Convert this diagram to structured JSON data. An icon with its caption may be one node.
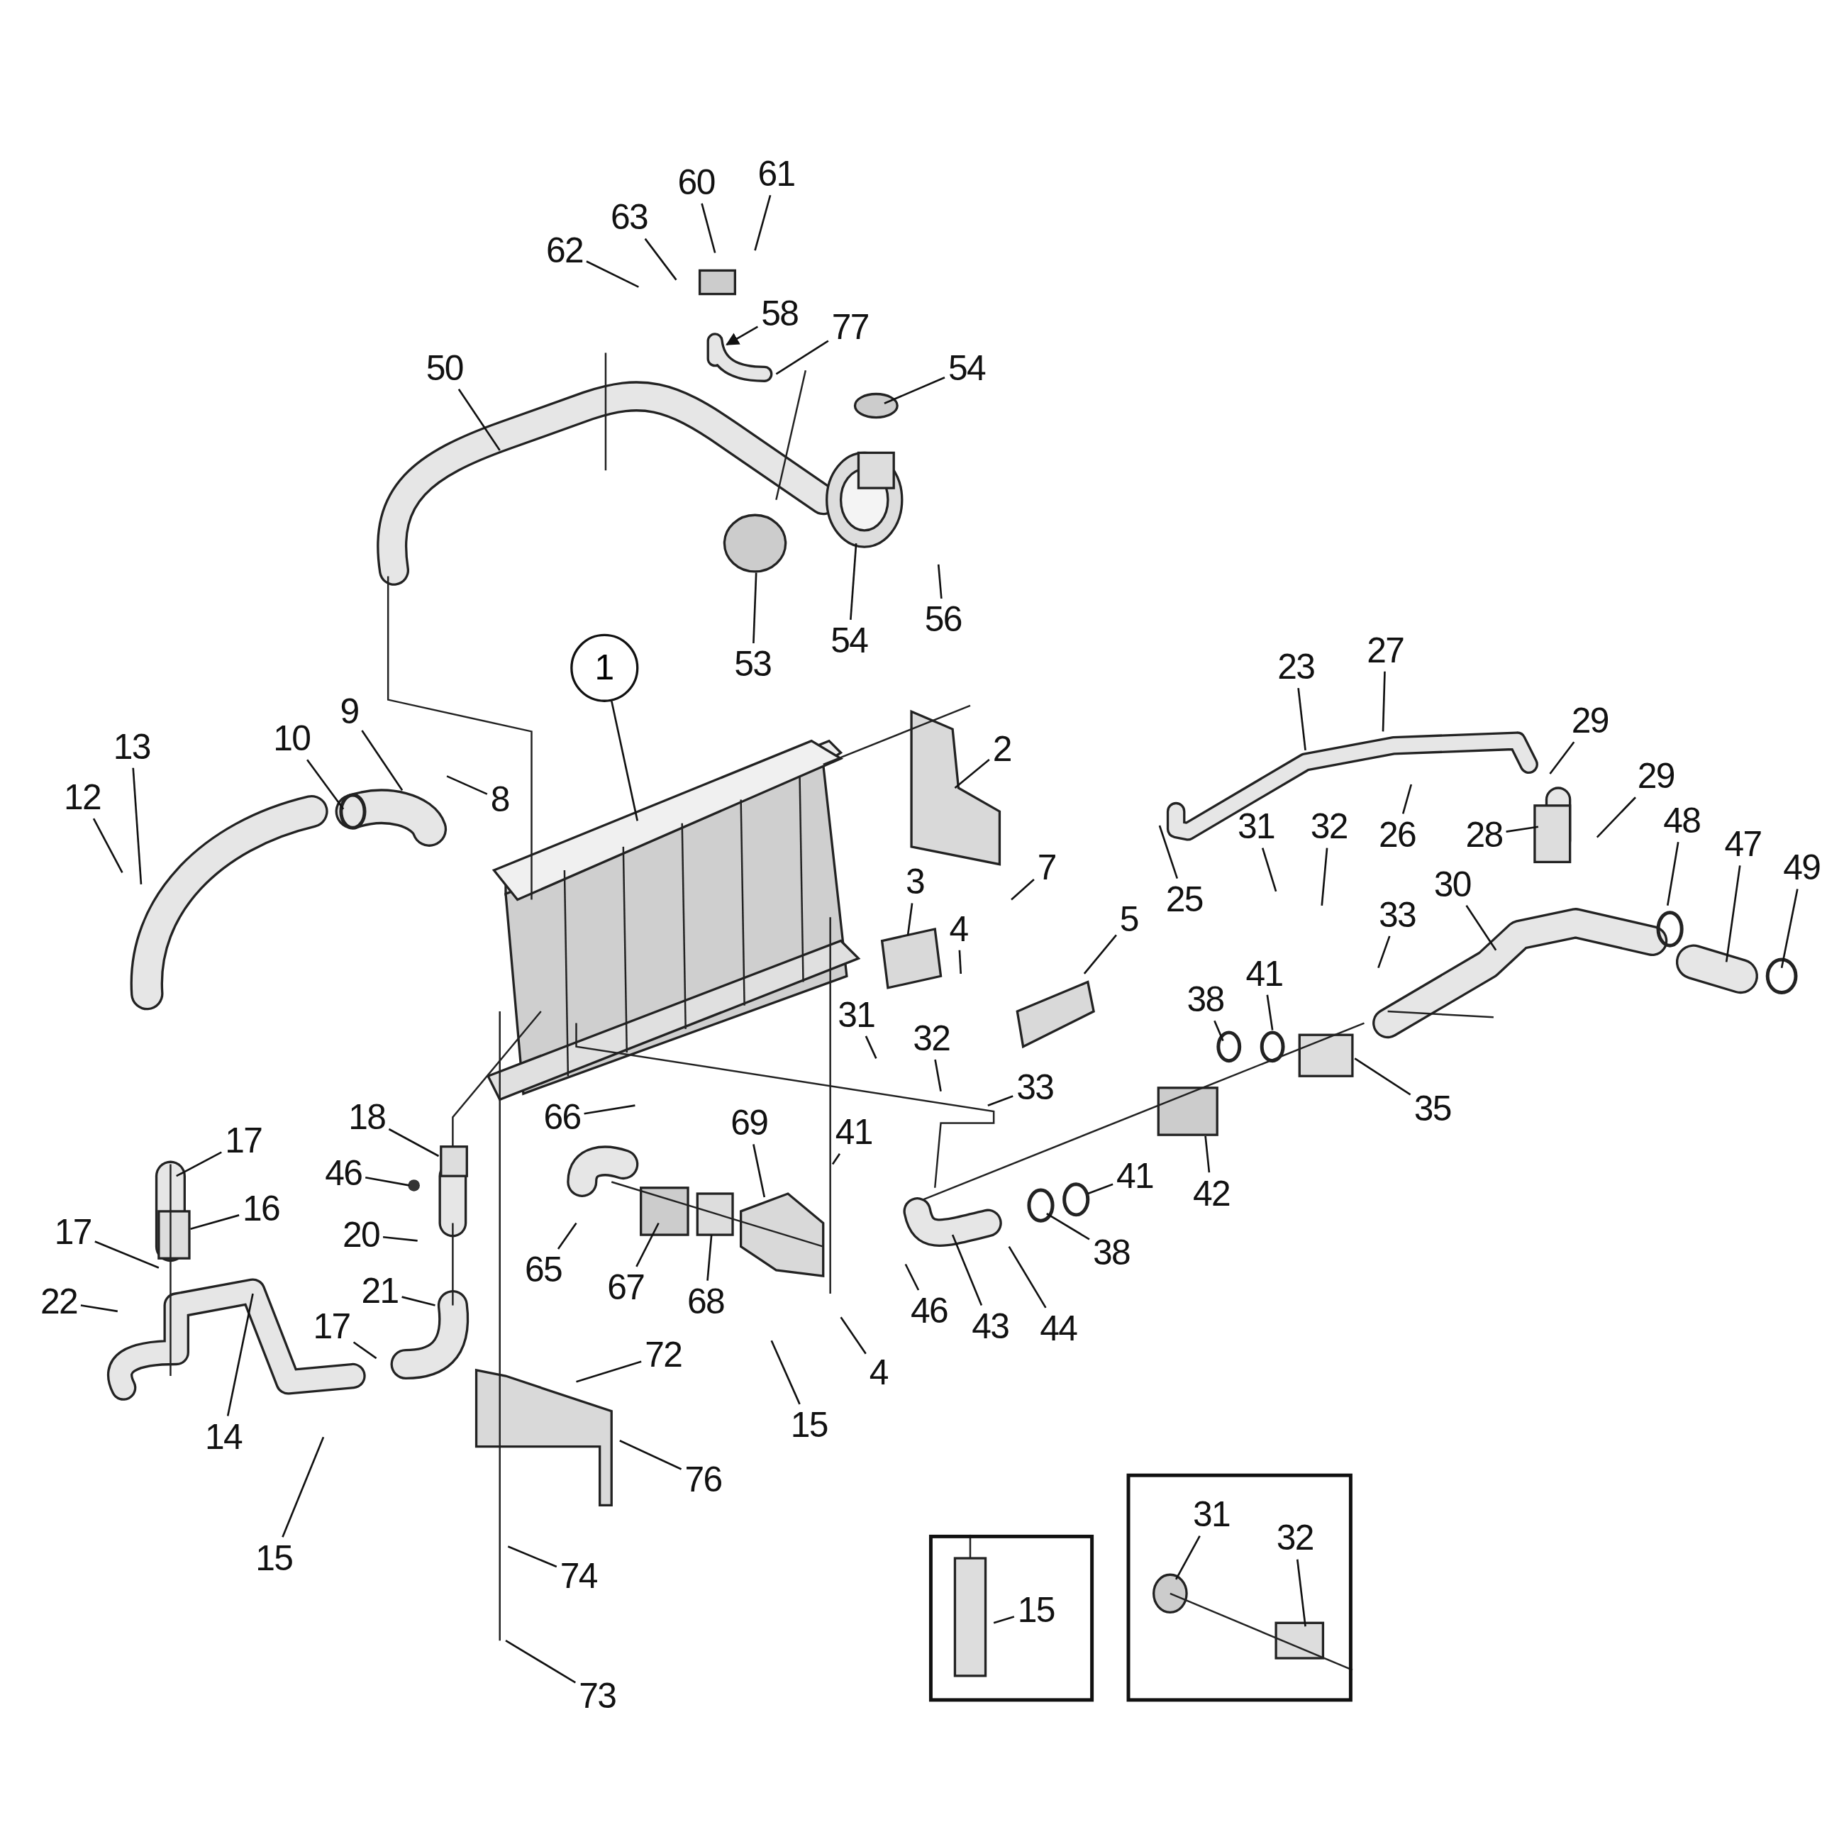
{
  "diagram": {
    "nodes": [
      {
        "text": [
          "60"
        ]
      },
      {
        "text": [
          "61"
        ]
      },
      {
        "text": [
          "63"
        ]
      },
      {
        "text": [
          "62"
        ]
      },
      {
        "text": [
          "58"
        ]
      },
      {
        "text": [
          "77"
        ]
      },
      {
        "text": [
          "54"
        ]
      },
      {
        "text": [
          "50"
        ]
      },
      {
        "text": [
          "53"
        ]
      },
      {
        "text": [
          "54"
        ]
      },
      {
        "text": [
          "56"
        ]
      },
      {
        "text": [
          "1"
        ]
      },
      {
        "text": [
          "2"
        ]
      },
      {
        "text": [
          "27"
        ]
      },
      {
        "text": [
          "23"
        ]
      },
      {
        "text": [
          "29"
        ]
      },
      {
        "text": [
          "29"
        ]
      },
      {
        "text": [
          "9"
        ]
      },
      {
        "text": [
          "10"
        ]
      },
      {
        "text": [
          "13"
        ]
      },
      {
        "text": [
          "12"
        ]
      },
      {
        "text": [
          "8"
        ]
      },
      {
        "text": [
          "26"
        ]
      },
      {
        "text": [
          "25"
        ]
      },
      {
        "text": [
          "28"
        ]
      },
      {
        "text": [
          "31"
        ]
      },
      {
        "text": [
          "32"
        ]
      },
      {
        "text": [
          "48"
        ]
      },
      {
        "text": [
          "47"
        ]
      },
      {
        "text": [
          "49"
        ]
      },
      {
        "text": [
          "30"
        ]
      },
      {
        "text": [
          "3"
        ]
      },
      {
        "text": [
          "7"
        ]
      },
      {
        "text": [
          "4"
        ]
      },
      {
        "text": [
          "33"
        ]
      },
      {
        "text": [
          "5"
        ]
      },
      {
        "text": [
          "31"
        ]
      },
      {
        "text": [
          "32"
        ]
      },
      {
        "text": [
          "41"
        ]
      },
      {
        "text": [
          "38"
        ]
      },
      {
        "text": [
          "33"
        ]
      },
      {
        "text": [
          "35"
        ]
      },
      {
        "text": [
          "66"
        ]
      },
      {
        "text": [
          "69"
        ]
      },
      {
        "text": [
          "41"
        ]
      },
      {
        "text": [
          "18"
        ]
      },
      {
        "text": [
          "17"
        ]
      },
      {
        "text": [
          "16"
        ]
      },
      {
        "text": [
          "46"
        ]
      },
      {
        "text": [
          "20"
        ]
      },
      {
        "text": [
          "17"
        ]
      },
      {
        "text": [
          "22"
        ]
      },
      {
        "text": [
          "21"
        ]
      },
      {
        "text": [
          "14"
        ]
      },
      {
        "text": [
          "17"
        ]
      },
      {
        "text": [
          "65"
        ]
      },
      {
        "text": [
          "67"
        ]
      },
      {
        "text": [
          "68"
        ]
      },
      {
        "text": [
          "42"
        ]
      },
      {
        "text": [
          "38"
        ]
      },
      {
        "text": [
          "41"
        ]
      },
      {
        "text": [
          "46"
        ]
      },
      {
        "text": [
          "43"
        ]
      },
      {
        "text": [
          "44"
        ]
      },
      {
        "text": [
          "15"
        ]
      },
      {
        "text": [
          "4"
        ]
      },
      {
        "text": [
          "72"
        ]
      },
      {
        "text": [
          "76"
        ]
      },
      {
        "text": [
          "15"
        ]
      },
      {
        "text": [
          "74"
        ]
      },
      {
        "text": [
          "73"
        ]
      },
      {
        "text": [],
        "shape": "box"
      },
      {
        "text": [
          "15"
        ],
        "in": 71
      },
      {
        "text": [],
        "shape": "box"
      },
      {
        "text": [
          "31"
        ],
        "in": 73
      },
      {
        "text": [
          "32"
        ],
        "in": 73
      }
    ],
    "edges": [
      {
        "from": 0,
        "to": null,
        "arrow": "none"
      },
      {
        "from": 1,
        "to": null,
        "arrow": "none"
      },
      {
        "from": 2,
        "to": null,
        "arrow": "none"
      },
      {
        "from": 3,
        "to": null,
        "arrow": "none"
      },
      {
        "from": 4,
        "to": null,
        "arrow": "to"
      },
      {
        "from": 5,
        "to": null,
        "arrow": "none"
      },
      {
        "from": 6,
        "to": null,
        "arrow": "none"
      },
      {
        "from": 7,
        "to": null,
        "arrow": "none"
      },
      {
        "from": 8,
        "to": null,
        "arrow": "none"
      },
      {
        "from": 9,
        "to": null,
        "arrow": "none"
      },
      {
        "from": 10,
        "to": null,
        "arrow": "none"
      },
      {
        "from": 11,
        "to": null,
        "arrow": "none"
      },
      {
        "from": 12,
        "to": null,
        "arrow": "none"
      },
      {
        "from": 13,
        "to": null,
        "arrow": "none"
      },
      {
        "from": 14,
        "to": null,
        "arrow": "none"
      },
      {
        "from": 15,
        "to": null,
        "arrow": "none"
      },
      {
        "from": 16,
        "to": null,
        "arrow": "none"
      },
      {
        "from": 17,
        "to": null,
        "arrow": "none"
      },
      {
        "from": 18,
        "to": null,
        "arrow": "none"
      },
      {
        "from": 19,
        "to": null,
        "arrow": "none"
      },
      {
        "from": 20,
        "to": null,
        "arrow": "none"
      },
      {
        "from": 21,
        "to": null,
        "arrow": "none"
      },
      {
        "from": 22,
        "to": null,
        "arrow": "none"
      },
      {
        "from": 23,
        "to": null,
        "arrow": "none"
      },
      {
        "from": 24,
        "to": null,
        "arrow": "none"
      },
      {
        "from": 25,
        "to": null,
        "arrow": "none"
      },
      {
        "from": 26,
        "to": null,
        "arrow": "none"
      },
      {
        "from": 27,
        "to": null,
        "arrow": "none"
      },
      {
        "from": 28,
        "to": null,
        "arrow": "none"
      },
      {
        "from": 29,
        "to": null,
        "arrow": "none"
      },
      {
        "from": 30,
        "to": null,
        "arrow": "none"
      },
      {
        "from": 31,
        "to": null,
        "arrow": "none"
      },
      {
        "from": 32,
        "to": null,
        "arrow": "none"
      },
      {
        "from": 33,
        "to": null,
        "arrow": "none"
      },
      {
        "from": 34,
        "to": null,
        "arrow": "none"
      },
      {
        "from": 35,
        "to": null,
        "arrow": "none"
      },
      {
        "from": 36,
        "to": null,
        "arrow": "none"
      },
      {
        "from": 37,
        "to": null,
        "arrow": "none"
      },
      {
        "from": 38,
        "to": null,
        "arrow": "none"
      },
      {
        "from": 39,
        "to": null,
        "arrow": "none"
      },
      {
        "from": 40,
        "to": null,
        "arrow": "none"
      },
      {
        "from": 41,
        "to": null,
        "arrow": "none"
      },
      {
        "from": 42,
        "to": null,
        "arrow": "none"
      },
      {
        "from": 43,
        "to": null,
        "arrow": "none"
      },
      {
        "from": 44,
        "to": null,
        "arrow": "none"
      },
      {
        "from": 45,
        "to": null,
        "arrow": "none"
      },
      {
        "from": 46,
        "to": null,
        "arrow": "none"
      },
      {
        "from": 47,
        "to": null,
        "arrow": "none"
      },
      {
        "from": 48,
        "to": null,
        "arrow": "none"
      },
      {
        "from": 49,
        "to": null,
        "arrow": "none"
      },
      {
        "from": 50,
        "to": null,
        "arrow": "none"
      },
      {
        "from": 51,
        "to": null,
        "arrow": "none"
      },
      {
        "from": 52,
        "to": null,
        "arrow": "none"
      },
      {
        "from": 53,
        "to": null,
        "arrow": "none"
      },
      {
        "from": 54,
        "to": null,
        "arrow": "none"
      },
      {
        "from": 55,
        "to": null,
        "arrow": "none"
      },
      {
        "from": 56,
        "to": null,
        "arrow": "none"
      },
      {
        "from": 57,
        "to": null,
        "arrow": "none"
      },
      {
        "from": 58,
        "to": null,
        "arrow": "none"
      },
      {
        "from": 59,
        "to": null,
        "arrow": "none"
      },
      {
        "from": 60,
        "to": null,
        "arrow": "none"
      },
      {
        "from": 61,
        "to": null,
        "arrow": "none"
      },
      {
        "from": 62,
        "to": null,
        "arrow": "none"
      },
      {
        "from": 63,
        "to": null,
        "arrow": "none"
      },
      {
        "from": 64,
        "to": null,
        "arrow": "none"
      },
      {
        "from": 65,
        "to": null,
        "arrow": "none"
      },
      {
        "from": 66,
        "to": null,
        "arrow": "none"
      },
      {
        "from": 67,
        "to": null,
        "arrow": "none"
      },
      {
        "from": 68,
        "to": null,
        "arrow": "none"
      },
      {
        "from": 69,
        "to": null,
        "arrow": "none"
      },
      {
        "from": 70,
        "to": null,
        "arrow": "none"
      },
      {
        "from": 72,
        "to": null,
        "arrow": "none"
      },
      {
        "from": 74,
        "to": null,
        "arrow": "none"
      },
      {
        "from": 75,
        "to": null,
        "arrow": "none"
      }
    ]
  }
}
